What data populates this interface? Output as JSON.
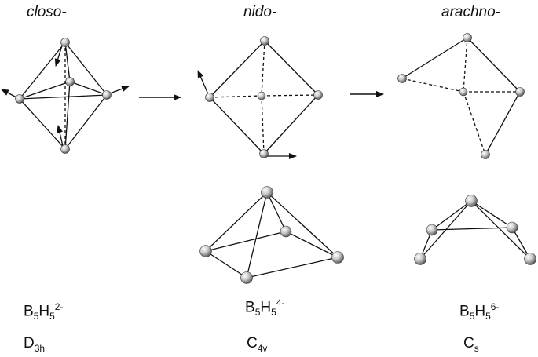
{
  "headers": {
    "closo": "closo-",
    "nido": "nido-",
    "arachno": "arachno-"
  },
  "formulas": {
    "closo": {
      "b": "B",
      "bsub": "5",
      "h": "H",
      "hsub": "5",
      "charge": "2-"
    },
    "nido": {
      "b": "B",
      "bsub": "5",
      "h": "H",
      "hsub": "5",
      "charge": "4-"
    },
    "arachno": {
      "b": "B",
      "bsub": "5",
      "h": "H",
      "hsub": "5",
      "charge": "6-"
    }
  },
  "symmetry": {
    "closo": {
      "letter": "D",
      "sub": "3h"
    },
    "nido": {
      "letter": "C",
      "sub": "4v"
    },
    "arachno": {
      "letter": "C",
      "sub": "s"
    }
  },
  "colors": {
    "ink": "#111111",
    "atom_light": "#f2f2f2",
    "atom_dark": "#5a5a5a"
  }
}
